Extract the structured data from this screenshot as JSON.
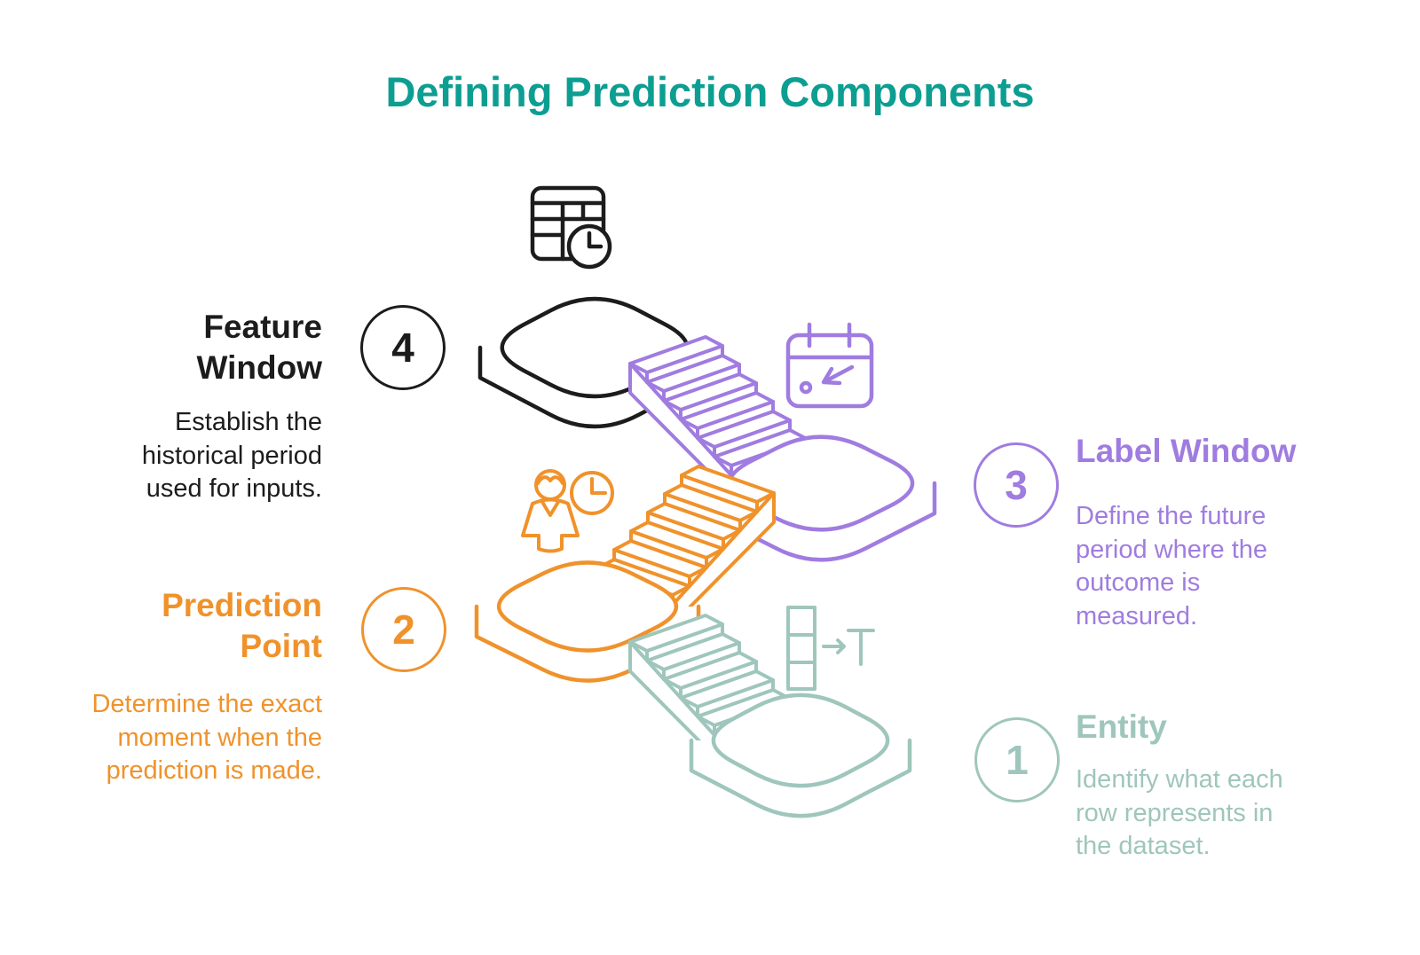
{
  "title": {
    "text": "Defining Prediction Components",
    "color": "#0D9E92"
  },
  "steps": [
    {
      "number": "1",
      "name": "Entity",
      "description": "Identify what each\nrow represents in\nthe dataset.",
      "color": "#9FC6BC",
      "icon": "rows-to-entity-icon"
    },
    {
      "number": "2",
      "name": "Prediction\nPoint",
      "description": "Determine the exact\nmoment when the\nprediction is made.",
      "color": "#F0922B",
      "icon": "person-clock-icon"
    },
    {
      "number": "3",
      "name": "Label Window",
      "description": "Define the future\nperiod where the\noutcome is\nmeasured.",
      "color": "#A07CE0",
      "icon": "calendar-arrow-icon"
    },
    {
      "number": "4",
      "name": "Feature\nWindow",
      "description": "Establish the\nhistorical period\nused for inputs.",
      "color": "#1C1C1C",
      "icon": "table-clock-icon"
    }
  ]
}
